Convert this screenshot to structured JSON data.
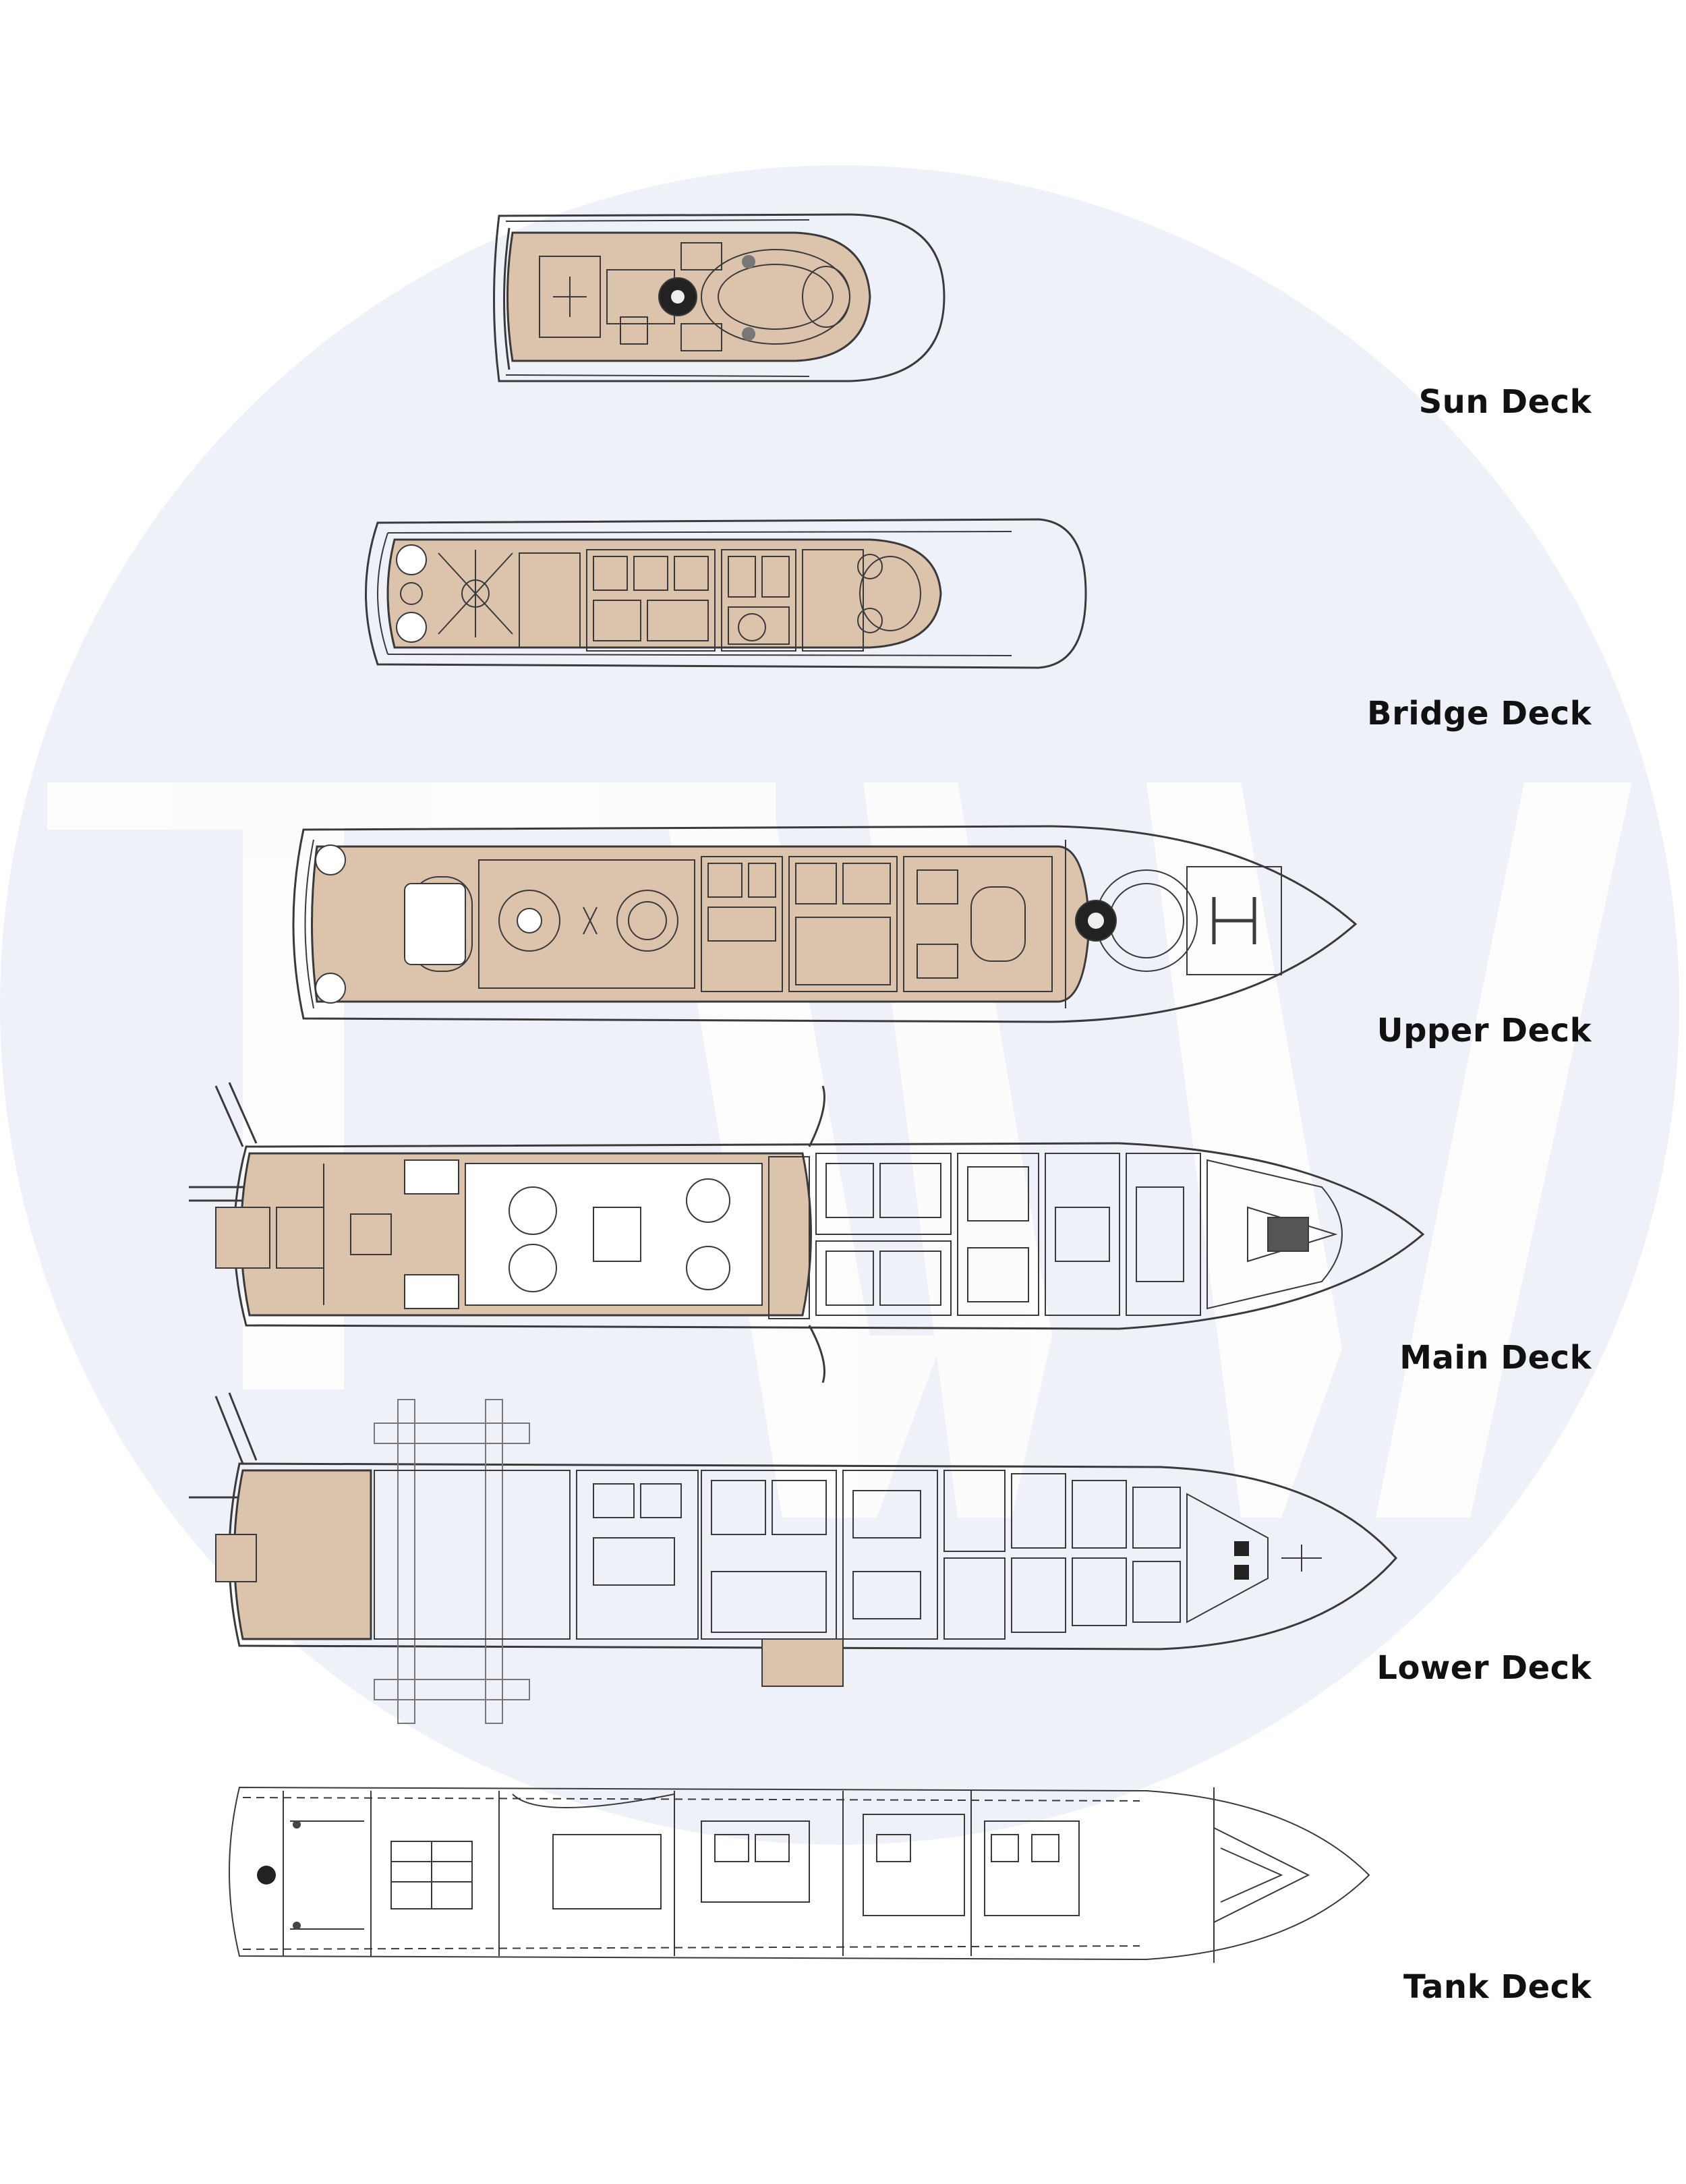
{
  "colors": {
    "watermark_circle": "#eef1f7",
    "watermark_letters": "#ffffff",
    "deck_fill": "#dcc3ac",
    "line": "#3a3a3a",
    "label": "#111111"
  },
  "decks": [
    {
      "id": "sun",
      "label": "Sun Deck"
    },
    {
      "id": "bridge",
      "label": "Bridge Deck"
    },
    {
      "id": "upper",
      "label": "Upper Deck"
    },
    {
      "id": "main",
      "label": "Main Deck"
    },
    {
      "id": "lower",
      "label": "Lower Deck"
    },
    {
      "id": "tank",
      "label": "Tank Deck"
    }
  ]
}
